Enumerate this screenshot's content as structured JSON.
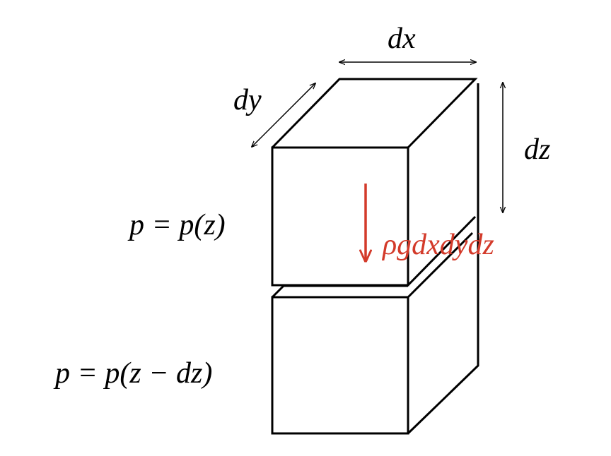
{
  "labels": {
    "dx": "dx",
    "dy": "dy",
    "dz": "dz",
    "top_pressure": "p = p(z)",
    "bottom_pressure": "p = p(z − dz)",
    "weight": "ρgdxdydz"
  },
  "colors": {
    "lines": "#000000",
    "weight_arrow": "#d33a2a",
    "background": "#ffffff"
  }
}
